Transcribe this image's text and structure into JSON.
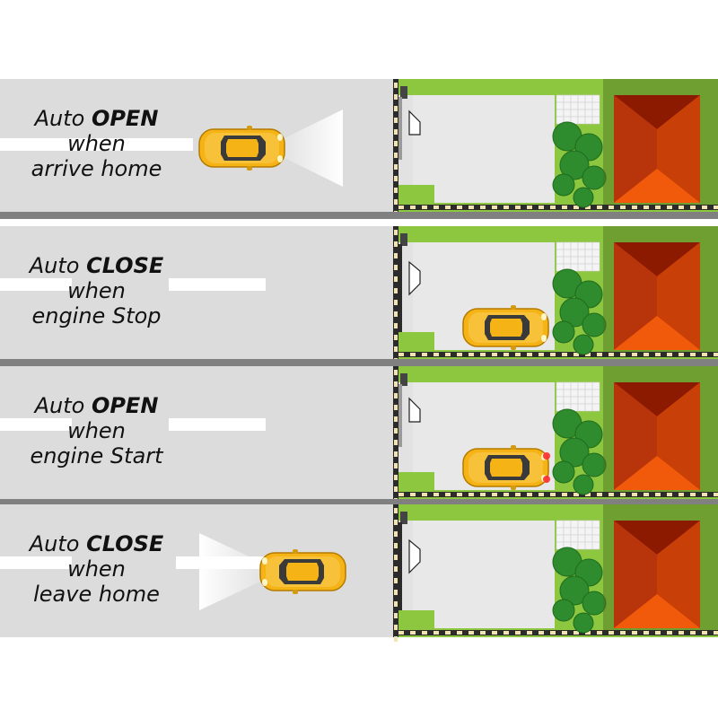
{
  "panels": [
    {
      "id": "arrive",
      "line1_prefix": "Auto ",
      "line1_emph": "OPEN",
      "line2": "when",
      "line3": "arrive home",
      "gate": "open",
      "car": "arriving",
      "lights": "headlights"
    },
    {
      "id": "stop",
      "line1_prefix": "Auto ",
      "line1_emph": "CLOSE",
      "line2": "when",
      "line3": "engine Stop",
      "gate": "closed",
      "car": "parked",
      "lights": "none"
    },
    {
      "id": "start",
      "line1_prefix": "Auto ",
      "line1_emph": "OPEN",
      "line2": "when",
      "line3": "engine Start",
      "gate": "open",
      "car": "parked",
      "lights": "taillights"
    },
    {
      "id": "leave",
      "line1_prefix": "Auto ",
      "line1_emph": "CLOSE",
      "line2": "when",
      "line3": "leave home",
      "gate": "closed",
      "car": "leaving",
      "lights": "headlights"
    }
  ],
  "colors": {
    "road": "#dcdcdc",
    "separator": "#808080",
    "lawn": "#8dc63f",
    "roof_dark": "#8b1a00",
    "roof_light": "#e04a05",
    "car_body": "#f5b316",
    "car_glass": "#3a3a3a",
    "bush": "#2e8b2e"
  }
}
